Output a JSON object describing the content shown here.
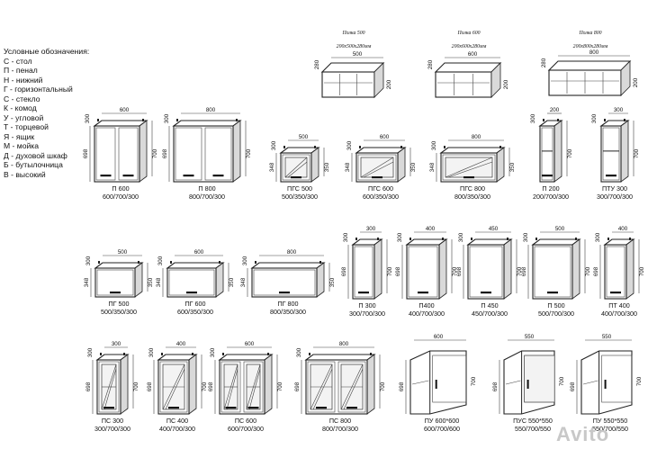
{
  "legend": {
    "title": "Условные обозначения:",
    "items": [
      "С - стол",
      "П - пенал",
      "Н - нижний",
      "Г - горизонтальный",
      "С - стекло",
      "К - комод",
      "У - угловой",
      "Т - торцевой",
      "Я - ящик",
      "М - мойка",
      "Д - духовой шкаф",
      "Б - бутылочница",
      "В - высокий"
    ]
  },
  "shelves": [
    {
      "title": "Полка 500",
      "size": "200х500х280мм",
      "w": "500",
      "d": "280",
      "h": "200"
    },
    {
      "title": "Полка 600",
      "size": "200х600х280мм",
      "w": "600",
      "d": "280",
      "h": "200"
    },
    {
      "title": "Полка 800",
      "size": "200х800х280мм",
      "w": "800",
      "d": "280",
      "h": "200"
    }
  ],
  "row1": [
    {
      "name": "П 600",
      "dims": "600/700/300",
      "w": "600",
      "d": "300",
      "h": "700",
      "side": "698"
    },
    {
      "name": "П 800",
      "dims": "800/700/300",
      "w": "800",
      "d": "300",
      "h": "700",
      "side": "698"
    },
    {
      "name": "ПГС 500",
      "dims": "500/350/300",
      "w": "500",
      "d": "300",
      "h": "350",
      "side": "348"
    },
    {
      "name": "ПГС 600",
      "dims": "600/350/300",
      "w": "600",
      "d": "300",
      "h": "350",
      "side": "348"
    },
    {
      "name": "ПГС 800",
      "dims": "800/350/300",
      "w": "800",
      "d": "300",
      "h": "350",
      "side": "348"
    },
    {
      "name": "П 200",
      "dims": "200/700/300",
      "w": "200",
      "d": "300",
      "h": "700",
      "side": ""
    },
    {
      "name": "ПТУ 300",
      "dims": "300/700/300",
      "w": "300",
      "d": "300",
      "h": "700",
      "side": ""
    }
  ],
  "row2": [
    {
      "name": "ПГ 500",
      "dims": "500/350/300",
      "w": "500",
      "d": "300",
      "h": "350",
      "side": "348"
    },
    {
      "name": "ПГ 600",
      "dims": "600/350/300",
      "w": "600",
      "d": "300",
      "h": "350",
      "side": "348"
    },
    {
      "name": "ПГ 800",
      "dims": "800/350/300",
      "w": "800",
      "d": "300",
      "h": "350",
      "side": "348"
    },
    {
      "name": "П 300",
      "dims": "300/700/300",
      "w": "300",
      "d": "300",
      "h": "700",
      "side": "698"
    },
    {
      "name": "П400",
      "dims": "400/700/300",
      "w": "400",
      "d": "300",
      "h": "700",
      "side": "698"
    },
    {
      "name": "П 450",
      "dims": "450/700/300",
      "w": "450",
      "d": "300",
      "h": "700",
      "side": "698"
    },
    {
      "name": "П 500",
      "dims": "500/700/300",
      "w": "500",
      "d": "300",
      "h": "700",
      "side": "698"
    },
    {
      "name": "ПТ 400",
      "dims": "400/700/300",
      "w": "400",
      "d": "300",
      "h": "700",
      "side": "698"
    }
  ],
  "row3": [
    {
      "name": "ПС 300",
      "dims": "300/700/300",
      "w": "300",
      "d": "300",
      "h": "700",
      "side": "698"
    },
    {
      "name": "ПС 400",
      "dims": "400/700/300",
      "w": "400",
      "d": "300",
      "h": "700",
      "side": "698"
    },
    {
      "name": "ПС 600",
      "dims": "600/700/300",
      "w": "600",
      "d": "300",
      "h": "700",
      "side": "698"
    },
    {
      "name": "ПС 800",
      "dims": "800/700/300",
      "w": "800",
      "d": "300",
      "h": "700",
      "side": "698"
    },
    {
      "name": "ПУ 600*600",
      "dims": "600/700/600",
      "w": "600",
      "d": "",
      "h": "700",
      "side": "698"
    },
    {
      "name": "ПУС 550*550",
      "dims": "550/700/550",
      "w": "550",
      "d": "",
      "h": "700",
      "side": "698"
    },
    {
      "name": "ПУ 550*550",
      "dims": "550/700/550",
      "w": "550",
      "d": "",
      "h": "700",
      "side": "698"
    }
  ],
  "watermark": "Avito"
}
